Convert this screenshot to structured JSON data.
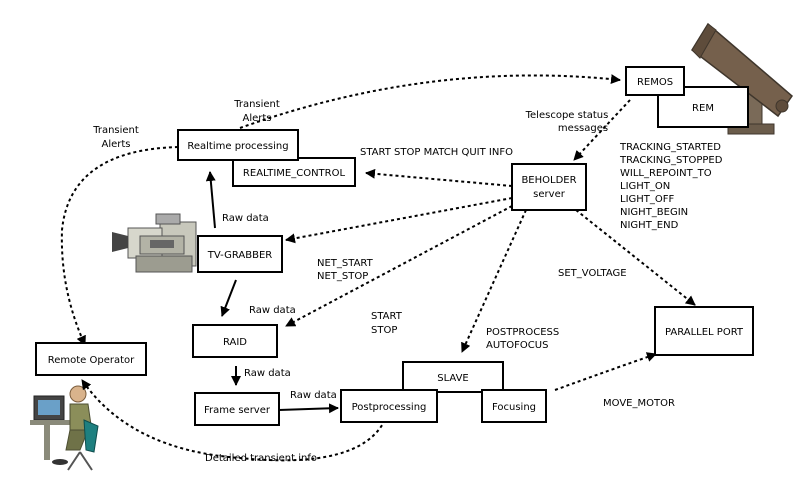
{
  "nodes": {
    "remos": "REMOS",
    "rem": "REM",
    "realtime_processing": "Realtime processing",
    "realtime_control": "REALTIME_CONTROL",
    "beholder": [
      "BEHOLDER",
      "server"
    ],
    "tv_grabber": "TV-GRABBER",
    "raid": "RAID",
    "frame_server": "Frame server",
    "slave": "SLAVE",
    "postprocessing": "Postprocessing",
    "focusing": "Focusing",
    "parallel_port": "PARALLEL PORT",
    "remote_operator": "Remote Operator"
  },
  "labels": {
    "transient_alerts_1": [
      "Transient",
      "Alerts"
    ],
    "transient_alerts_2": [
      "Transient",
      "Alerts"
    ],
    "telescope_status": [
      "Telescope status",
      "messages"
    ],
    "start_stop_info": "START  STOP  MATCH QUIT  INFO",
    "tracking_messages": [
      "TRACKING_STARTED",
      "TRACKING_STOPPED",
      "WILL_REPOINT_TO",
      "LIGHT_ON",
      "LIGHT_OFF",
      "NIGHT_BEGIN",
      "NIGHT_END"
    ],
    "raw_data_1": "Raw data",
    "raw_data_2": "Raw data",
    "raw_data_3": "Raw data",
    "raw_data_4": "Raw data",
    "net_start_stop": [
      "NET_START",
      "NET_STOP"
    ],
    "start_stop": [
      "START",
      "STOP"
    ],
    "postprocess_autofocus": [
      "POSTPROCESS",
      "AUTOFOCUS"
    ],
    "set_voltage": "SET_VOLTAGE",
    "move_motor": "MOVE_MOTOR",
    "detailed_transient": "Detailed transient info"
  },
  "icons": [
    "telescope-icon",
    "tv-camera-icon",
    "operator-at-computer-icon"
  ]
}
